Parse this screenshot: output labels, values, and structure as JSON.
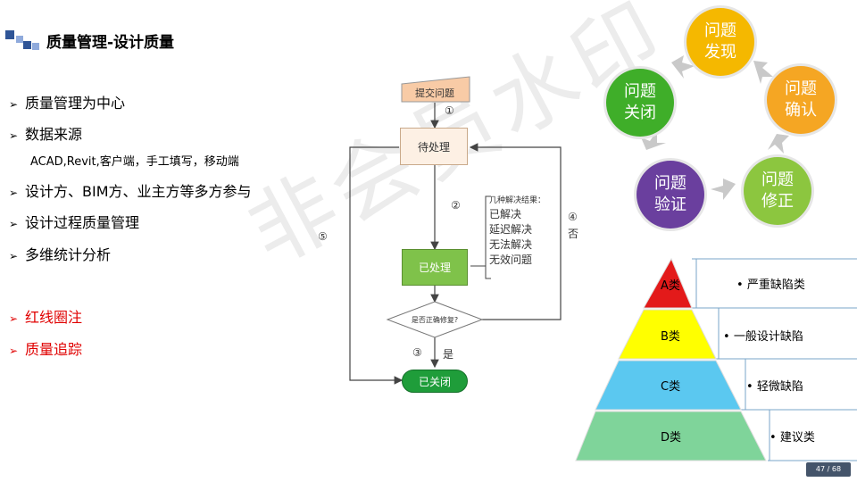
{
  "title": "质量管理-设计质量",
  "bullets": [
    {
      "text": "质量管理为中心",
      "color": "#000000"
    },
    {
      "text": "数据来源",
      "color": "#000000"
    },
    {
      "text": "设计方、BIM方、业主方等多方参与",
      "color": "#000000"
    },
    {
      "text": "设计过程质量管理",
      "color": "#000000"
    },
    {
      "text": "多维统计分析",
      "color": "#000000"
    },
    {
      "text": "红线圈注",
      "color": "#e00000"
    },
    {
      "text": "质量追踪",
      "color": "#e00000"
    }
  ],
  "bullet_arrow": "➢",
  "data_source_detail": "ACAD,Revit,客户端，手工填写，移动端",
  "watermark": "非会员水印",
  "flowchart": {
    "submit": "提交问题",
    "pending": "待处理",
    "processed": "已处理",
    "decision": "是否正确修复?",
    "closed": "已关闭",
    "results_title": "几种解决结果：",
    "results": [
      "已解决",
      "延迟解决",
      "无法解决",
      "无效问题"
    ],
    "steps": [
      "①",
      "②",
      "③",
      "④",
      "⑤"
    ],
    "yes": "是",
    "no": "否"
  },
  "cycle": [
    {
      "label": "问题发现",
      "color": "#f5b800"
    },
    {
      "label": "问题确认",
      "color": "#f5a623"
    },
    {
      "label": "问题修正",
      "color": "#8cc63f"
    },
    {
      "label": "问题验证",
      "color": "#6a3f9e"
    },
    {
      "label": "问题关闭",
      "color": "#3fae29"
    }
  ],
  "pyramid": [
    {
      "level": "A类",
      "desc": "严重缺陷类",
      "color": "#e31a1a"
    },
    {
      "level": "B类",
      "desc": "一般设计缺陷",
      "color": "#ffff00"
    },
    {
      "level": "C类",
      "desc": "轻微缺陷",
      "color": "#5bc8f0"
    },
    {
      "level": "D类",
      "desc": "建议类",
      "color": "#7fd49a"
    }
  ],
  "pyramid_bullet": "•",
  "page_number": "47 / 68"
}
